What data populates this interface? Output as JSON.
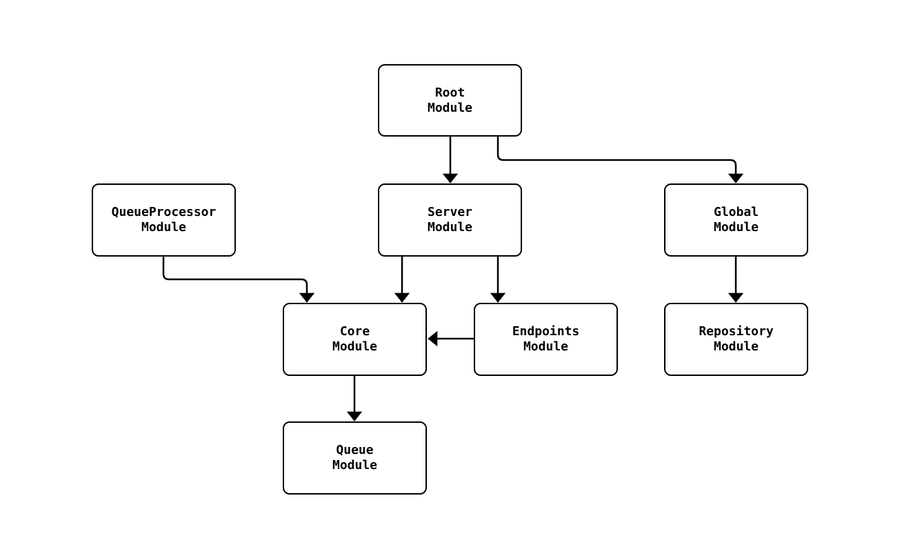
{
  "diagram": {
    "type": "flowchart",
    "direction": "top-down",
    "background_color": "#ffffff",
    "node_fill_color": "#ffffff",
    "node_border_color": "#000000",
    "edge_color": "#000000",
    "text_color": "#000000",
    "nodes": {
      "root": {
        "label": "Root\nModule"
      },
      "queue_processor": {
        "label": "QueueProcessor\nModule"
      },
      "server": {
        "label": "Server\nModule"
      },
      "global": {
        "label": "Global\nModule"
      },
      "core": {
        "label": "Core\nModule"
      },
      "endpoints": {
        "label": "Endpoints\nModule"
      },
      "repository": {
        "label": "Repository\nModule"
      },
      "queue": {
        "label": "Queue\nModule"
      }
    },
    "edges": [
      {
        "from": "Root Module",
        "to": "Server Module"
      },
      {
        "from": "Root Module",
        "to": "Global Module"
      },
      {
        "from": "QueueProcessor Module",
        "to": "Core Module"
      },
      {
        "from": "Server Module",
        "to": "Core Module"
      },
      {
        "from": "Server Module",
        "to": "Endpoints Module"
      },
      {
        "from": "Endpoints Module",
        "to": "Core Module"
      },
      {
        "from": "Global Module",
        "to": "Repository Module"
      },
      {
        "from": "Core Module",
        "to": "Queue Module"
      }
    ]
  }
}
